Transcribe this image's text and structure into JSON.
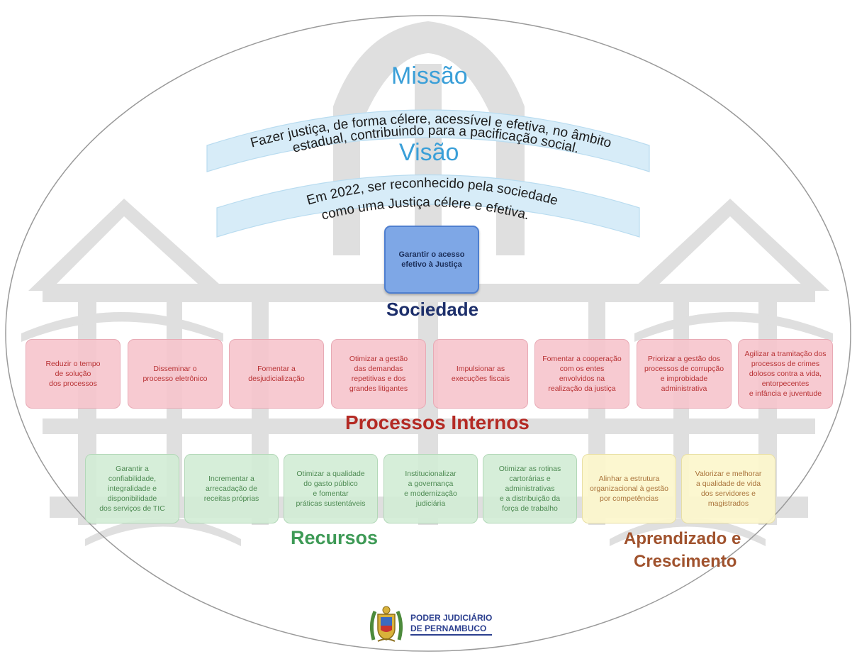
{
  "missao": {
    "title": "Missão",
    "line1": "Fazer justiça, de forma célere, acessível e efetiva, no âmbito",
    "line2": "estadual, contribuindo para a pacificação social."
  },
  "visao": {
    "title": "Visão",
    "line1": "Em 2022, ser reconhecido pela sociedade",
    "line2": "como uma Justiça célere e efetiva."
  },
  "sociedade": {
    "title": "Sociedade",
    "objective": "Garantir o acesso\nefetivo à Justiça"
  },
  "processos_internos": {
    "title": "Processos Internos",
    "items": [
      "Reduzir o tempo\nde solução\ndos processos",
      "Disseminar o\nprocesso eletrônico",
      "Fomentar a\ndesjudicialização",
      "Otimizar a gestão\ndas demandas\nrepetitivas e dos\ngrandes litigantes",
      "Impulsionar as\nexecuções fiscais",
      "Fomentar a cooperação\ncom os entes\nenvolvidos na\nrealização da justiça",
      "Priorizar a gestão dos\nprocessos de corrupção\ne improbidade\nadministrativa",
      "Agilizar a tramitação dos\nprocessos de crimes\ndolosos contra a vida,\nentorpecentes\ne infância e juventude"
    ]
  },
  "recursos": {
    "title": "Recursos",
    "items": [
      "Garantir a confiabilidade,\nintegralidade e\ndisponibilidade\ndos serviços de TIC",
      "Incrementar a\narrecadação de\nreceitas próprias",
      "Otimizar a qualidade\ndo gasto público\ne fomentar\npráticas sustentáveis",
      "Institucionalizar\na governança\ne modernização\njudiciária",
      "Otimizar as rotinas\ncartorárias e\nadministrativas\ne a distribuição da\nforça de trabalho"
    ]
  },
  "aprendizado": {
    "title_line1": "Aprendizado e",
    "title_line2": "Crescimento",
    "items": [
      "Alinhar a estrutura\norganizacional à gestão\npor competências",
      "Valorizar e melhorar\na qualidade de vida\ndos servidores e\nmagistrados"
    ]
  },
  "logo": {
    "line1": "PODER JUDICIÁRIO",
    "line2": "DE PERNAMBUCO"
  },
  "colors": {
    "missao": "#3a9fd8",
    "arc_text": "#1b1b1b",
    "sociedade": "#1d2f6b",
    "processos": "#b42a24",
    "recursos": "#3e9a56",
    "aprendizado": "#a0522d"
  }
}
